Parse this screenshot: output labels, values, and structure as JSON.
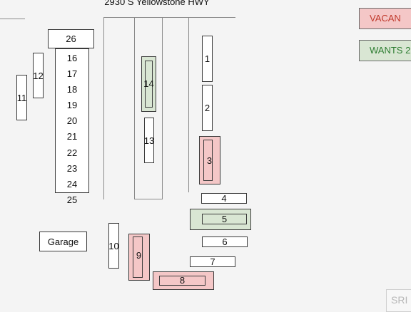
{
  "title": "2930 S Yellowstone HWY",
  "legend": {
    "vacant": "VACAN",
    "wants": "WANTS 2"
  },
  "units": {
    "u1": "1",
    "u2": "2",
    "u3": "3",
    "u4": "4",
    "u5": "5",
    "u6": "6",
    "u7": "7",
    "u8": "8",
    "u9": "9",
    "u10": "10",
    "u11": "11",
    "u12": "12",
    "u13": "13",
    "u14": "14",
    "u26": "26",
    "stack": [
      "16",
      "17",
      "18",
      "19",
      "20",
      "21",
      "22",
      "23",
      "24",
      "25"
    ]
  },
  "garage": "Garage",
  "watermark": "SRI",
  "colors": {
    "vacant": "#f4c7c7",
    "wants": "#d9e6d3",
    "vacant_text": "#c0392b",
    "wants_text": "#2e7d32"
  }
}
